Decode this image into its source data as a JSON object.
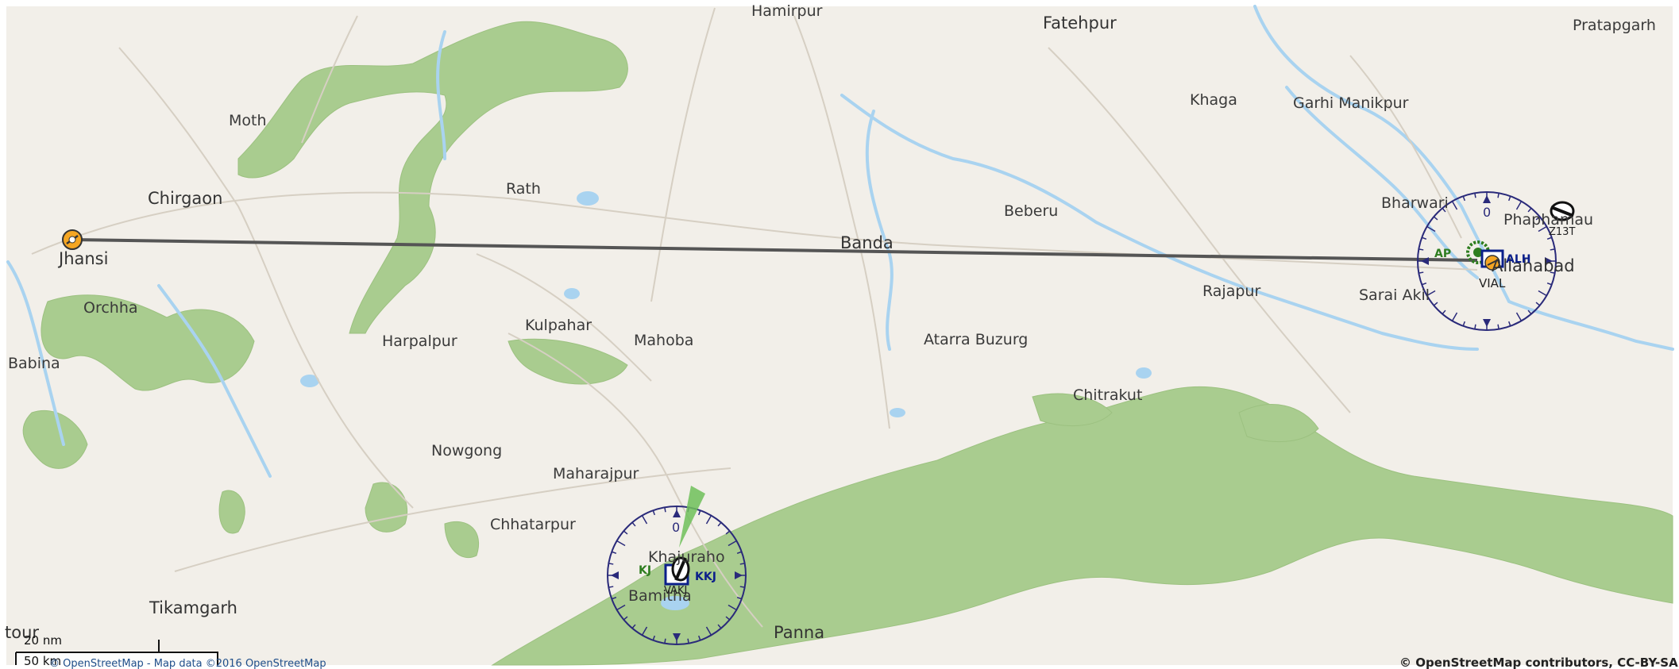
{
  "places": {
    "hamirpur": "Hamirpur",
    "fatehpur": "Fatehpur",
    "pratapgarh": "Pratapgarh",
    "moth": "Moth",
    "khaga": "Khaga",
    "garhi_manikpur": "Garhi Manikpur",
    "chirgaon": "Chirgaon",
    "rath": "Rath",
    "beberu": "Beberu",
    "bharwari": "Bharwari",
    "phaphamau": "Phaphamau",
    "jhansi": "Jhansi",
    "banda": "Banda",
    "allahabad": "Allahabad",
    "orchha": "Orchha",
    "rajapur": "Rajapur",
    "sarai_akil": "Sarai Akil",
    "babina": "Babina",
    "harpalpur": "Harpalpur",
    "kulpahar": "Kulpahar",
    "mahoba": "Mahoba",
    "atarra_buzurg": "Atarra Buzurg",
    "chitrakut": "Chitrakut",
    "nowgong": "Nowgong",
    "maharajpur": "Maharajpur",
    "chhatarpur": "Chhatarpur",
    "khajuraho": "Khajuraho",
    "bamitha": "Bamitha",
    "tikamgarh": "Tikamgarh",
    "panna": "Panna",
    "edge_fragment": "tour"
  },
  "nav": {
    "allahabad": {
      "ndb": "AP",
      "vor": "ALH",
      "airport": "VIAL",
      "waypoint": "Z13T",
      "rose_north": "0"
    },
    "khajuraho": {
      "ndb": "KJ",
      "vor": "KKJ",
      "airport": "VAKJ",
      "rose_north": "0"
    }
  },
  "scale": {
    "nm_label": "20 nm",
    "km_label": "50 km"
  },
  "attribution": {
    "left": "© OpenStreetMap - Map data ©2016 OpenStreetMap",
    "right": "© OpenStreetMap contributors, CC-BY-SA"
  },
  "colors": {
    "land": "#f2efe9",
    "forest": "#a9cc8f",
    "water": "#a9d3f0",
    "route": "#555555",
    "rose": "#2a2a7a",
    "ndb": "#2e7d1f",
    "vor": "#0b1f8a",
    "airport": "#f5a623"
  }
}
